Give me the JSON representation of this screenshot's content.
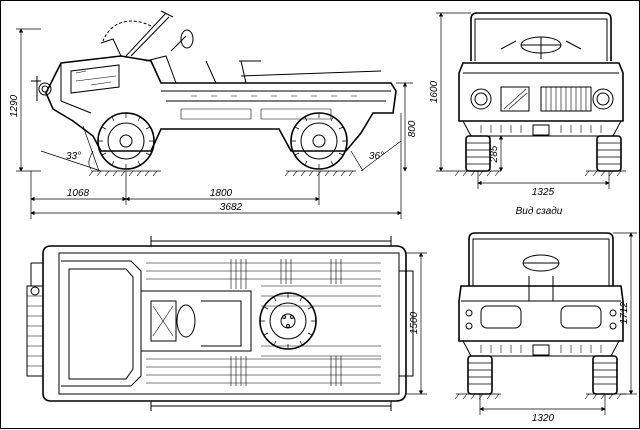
{
  "side_view": {
    "dims": {
      "height": "1290",
      "front_overhang": "1068",
      "wheelbase": "1800",
      "length": "3682",
      "body_height": "800",
      "approach_angle": "33°",
      "departure_angle": "36°"
    }
  },
  "front_view": {
    "dims": {
      "height": "1600",
      "ground_clearance": "285",
      "track": "1325"
    }
  },
  "rear_view": {
    "caption": "Вид сзади",
    "dims": {
      "width": "1712",
      "track": "1320"
    }
  },
  "top_view": {
    "dims": {
      "body_width": "1500"
    }
  }
}
